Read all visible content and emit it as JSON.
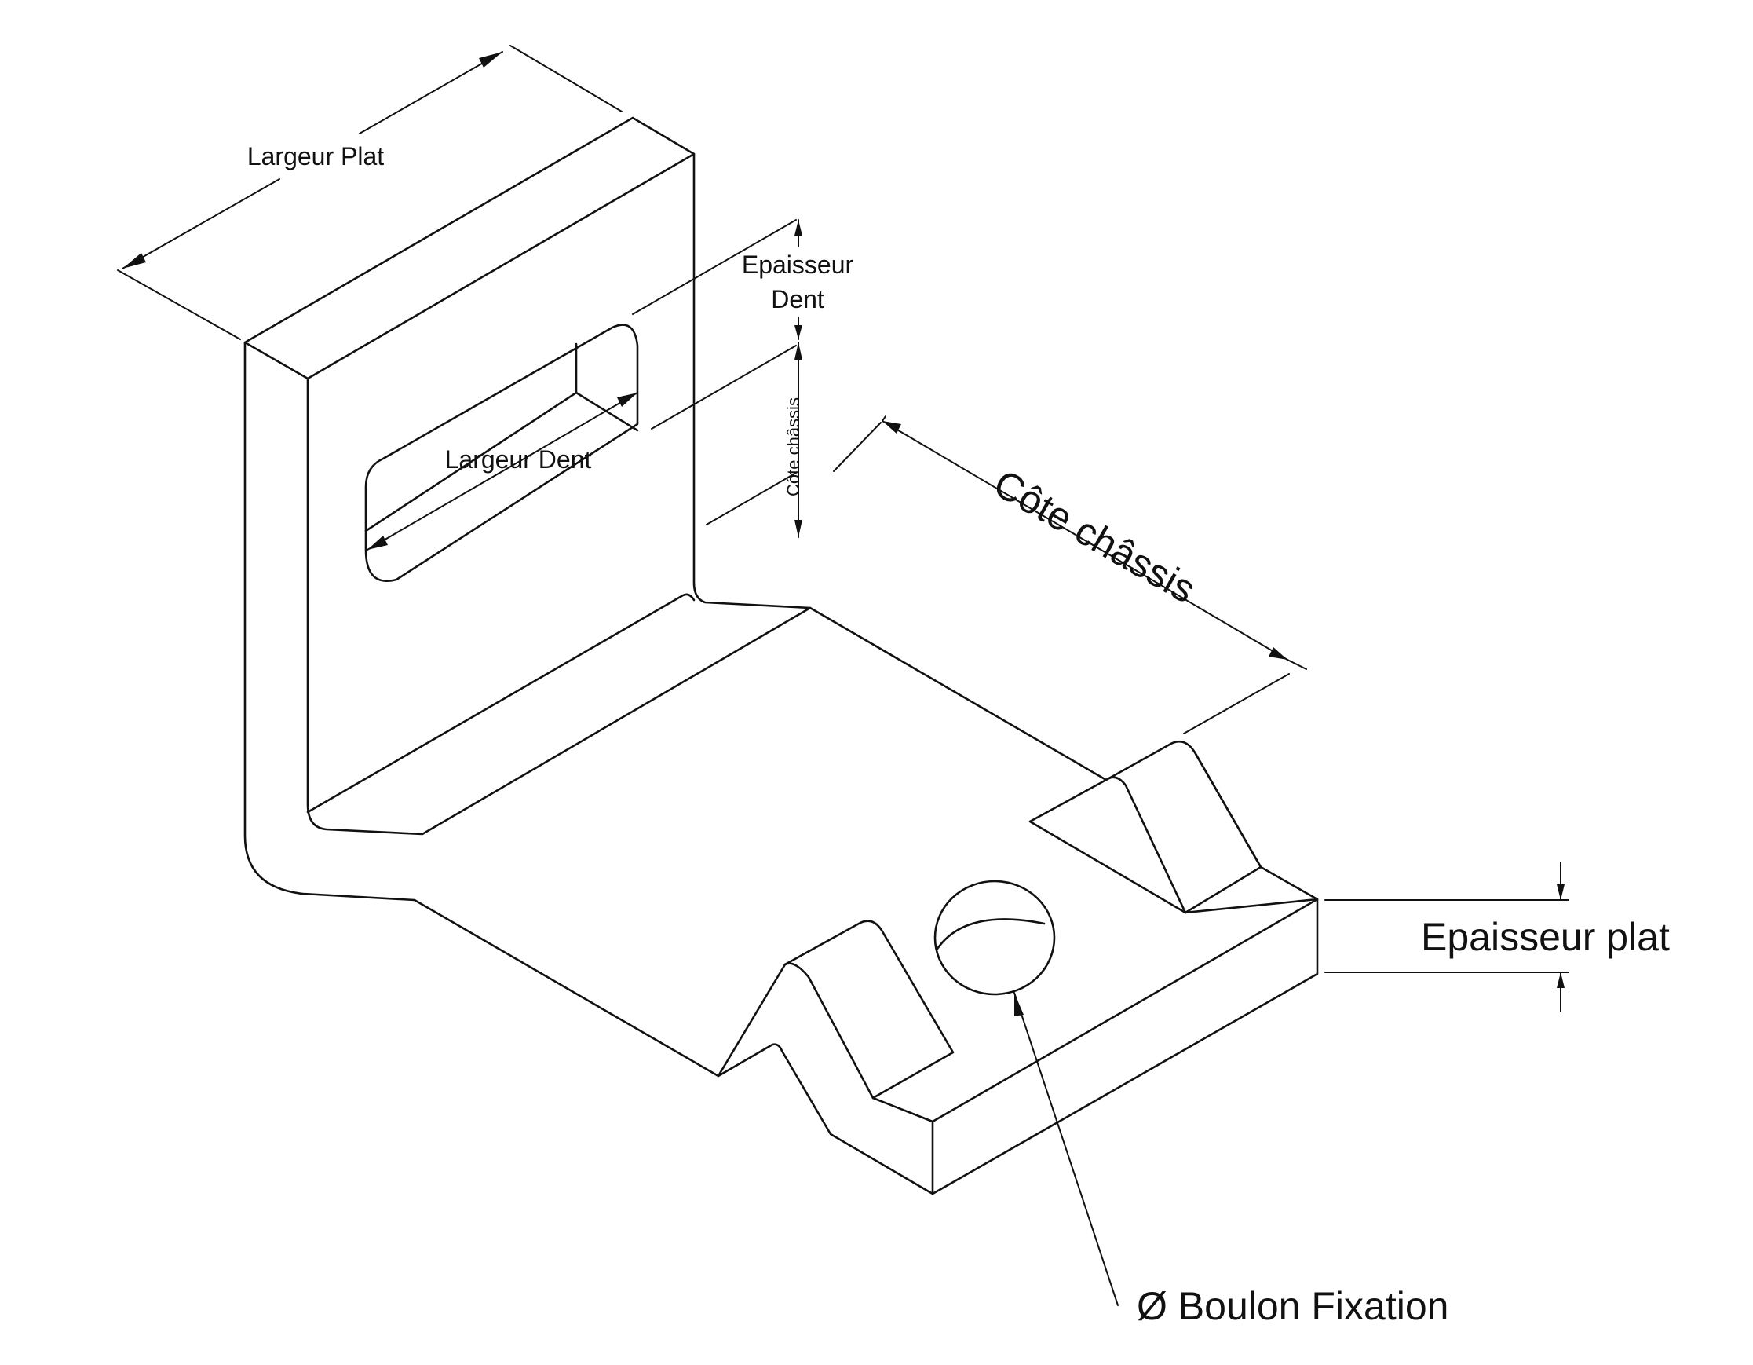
{
  "diagram": {
    "labels": {
      "largeur_plat": "Largeur Plat",
      "epaisseur_dent_line1": "Epaisseur",
      "epaisseur_dent_line2": "Dent",
      "largeur_dent": "Largeur Dent",
      "cote_chassis_small": "Côte châssis",
      "cote_chassis_large": "Côte châssis",
      "epaisseur_plat": "Epaisseur plat",
      "boulon_fixation": "Ø Boulon Fixation"
    },
    "colors": {
      "line": "#111111",
      "background": "#ffffff"
    }
  }
}
